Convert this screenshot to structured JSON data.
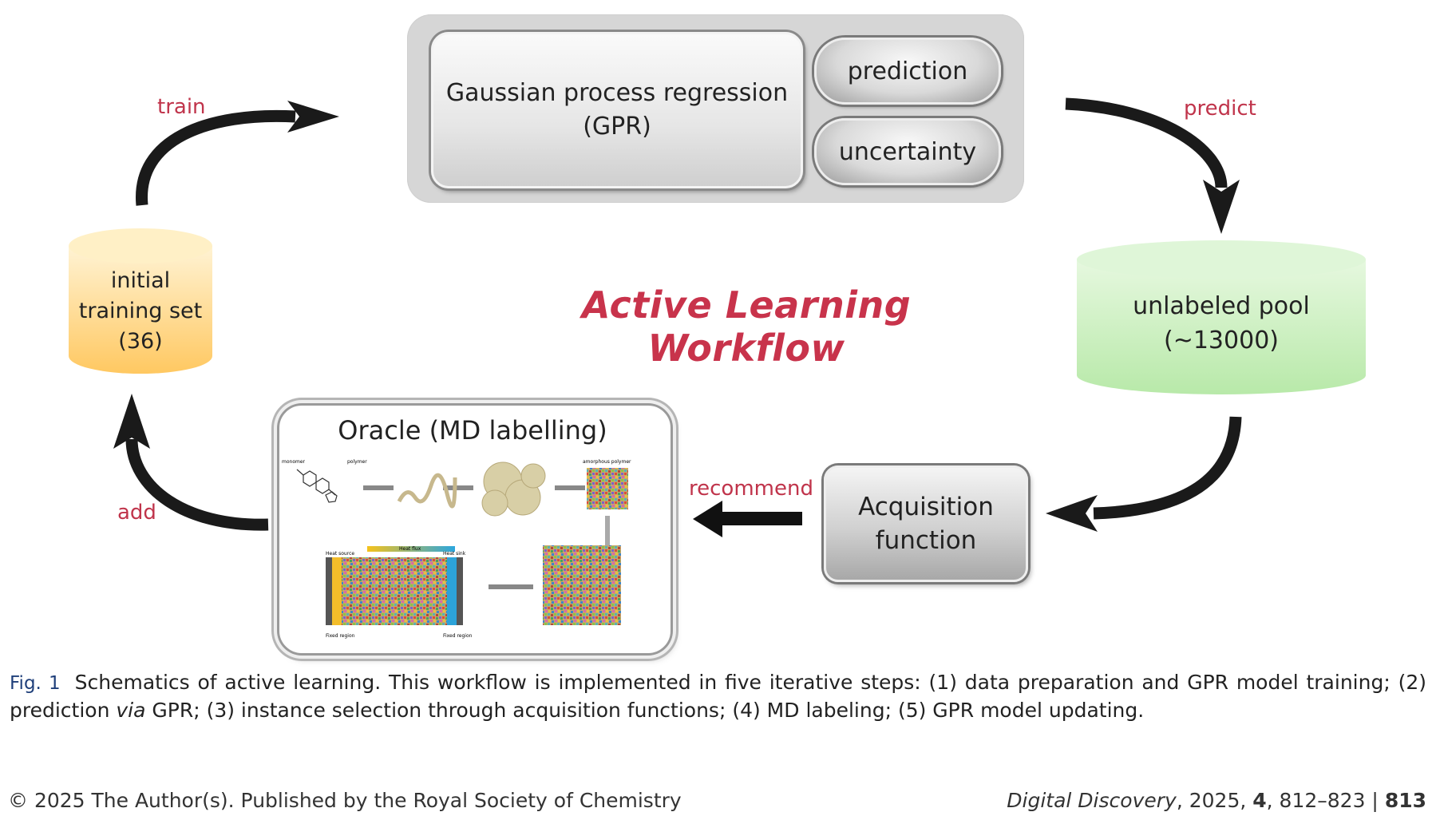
{
  "diagram": {
    "title": "Active Learning Workflow",
    "gpr_box": "Gaussian process regression\n(GPR)",
    "gpr_line1": "Gaussian process regression",
    "gpr_line2": "(GPR)",
    "prediction": "prediction",
    "uncertainty": "uncertainty",
    "initial_set": {
      "line1": "initial",
      "line2": "training set",
      "line3": "(36)"
    },
    "unlabeled_pool": {
      "line1": "unlabeled pool",
      "line2": "(~13000)"
    },
    "oracle_title": "Oracle (MD labelling)",
    "oracle_labels": {
      "monomer": "monomer",
      "polymer": "polymer",
      "amorphous": "amorphous polymer",
      "heat_source": "Heat source",
      "heat_flux": "Heat flux",
      "heat_sink": "Heat sink",
      "fixed_left": "Fixed region",
      "fixed_right": "Fixed region"
    },
    "acquisition": {
      "line1": "Acquisition",
      "line2": "function"
    },
    "arrows": {
      "train": "train",
      "predict": "predict",
      "recommend": "recommend",
      "add": "add"
    },
    "colors": {
      "accent_red": "#c8334b",
      "cylinder_yellow": "#ffd27a",
      "cylinder_green": "#c9efbe"
    }
  },
  "caption": {
    "fig_label": "Fig. 1",
    "text_a": "Schematics of active learning. This workflow is implemented in five iterative steps: (1) data preparation and GPR model training; (2) prediction ",
    "text_via": "via",
    "text_b": " GPR; (3) instance selection through acquisition functions; (4) MD labeling; (5) GPR model updating."
  },
  "footer": {
    "left": "© 2025 The Author(s). Published by the Royal Society of Chemistry",
    "journal": "Digital Discovery",
    "year": ", 2025, ",
    "volume": "4",
    "pages": ", 812–823",
    "separator": " | ",
    "page_number": "813"
  }
}
